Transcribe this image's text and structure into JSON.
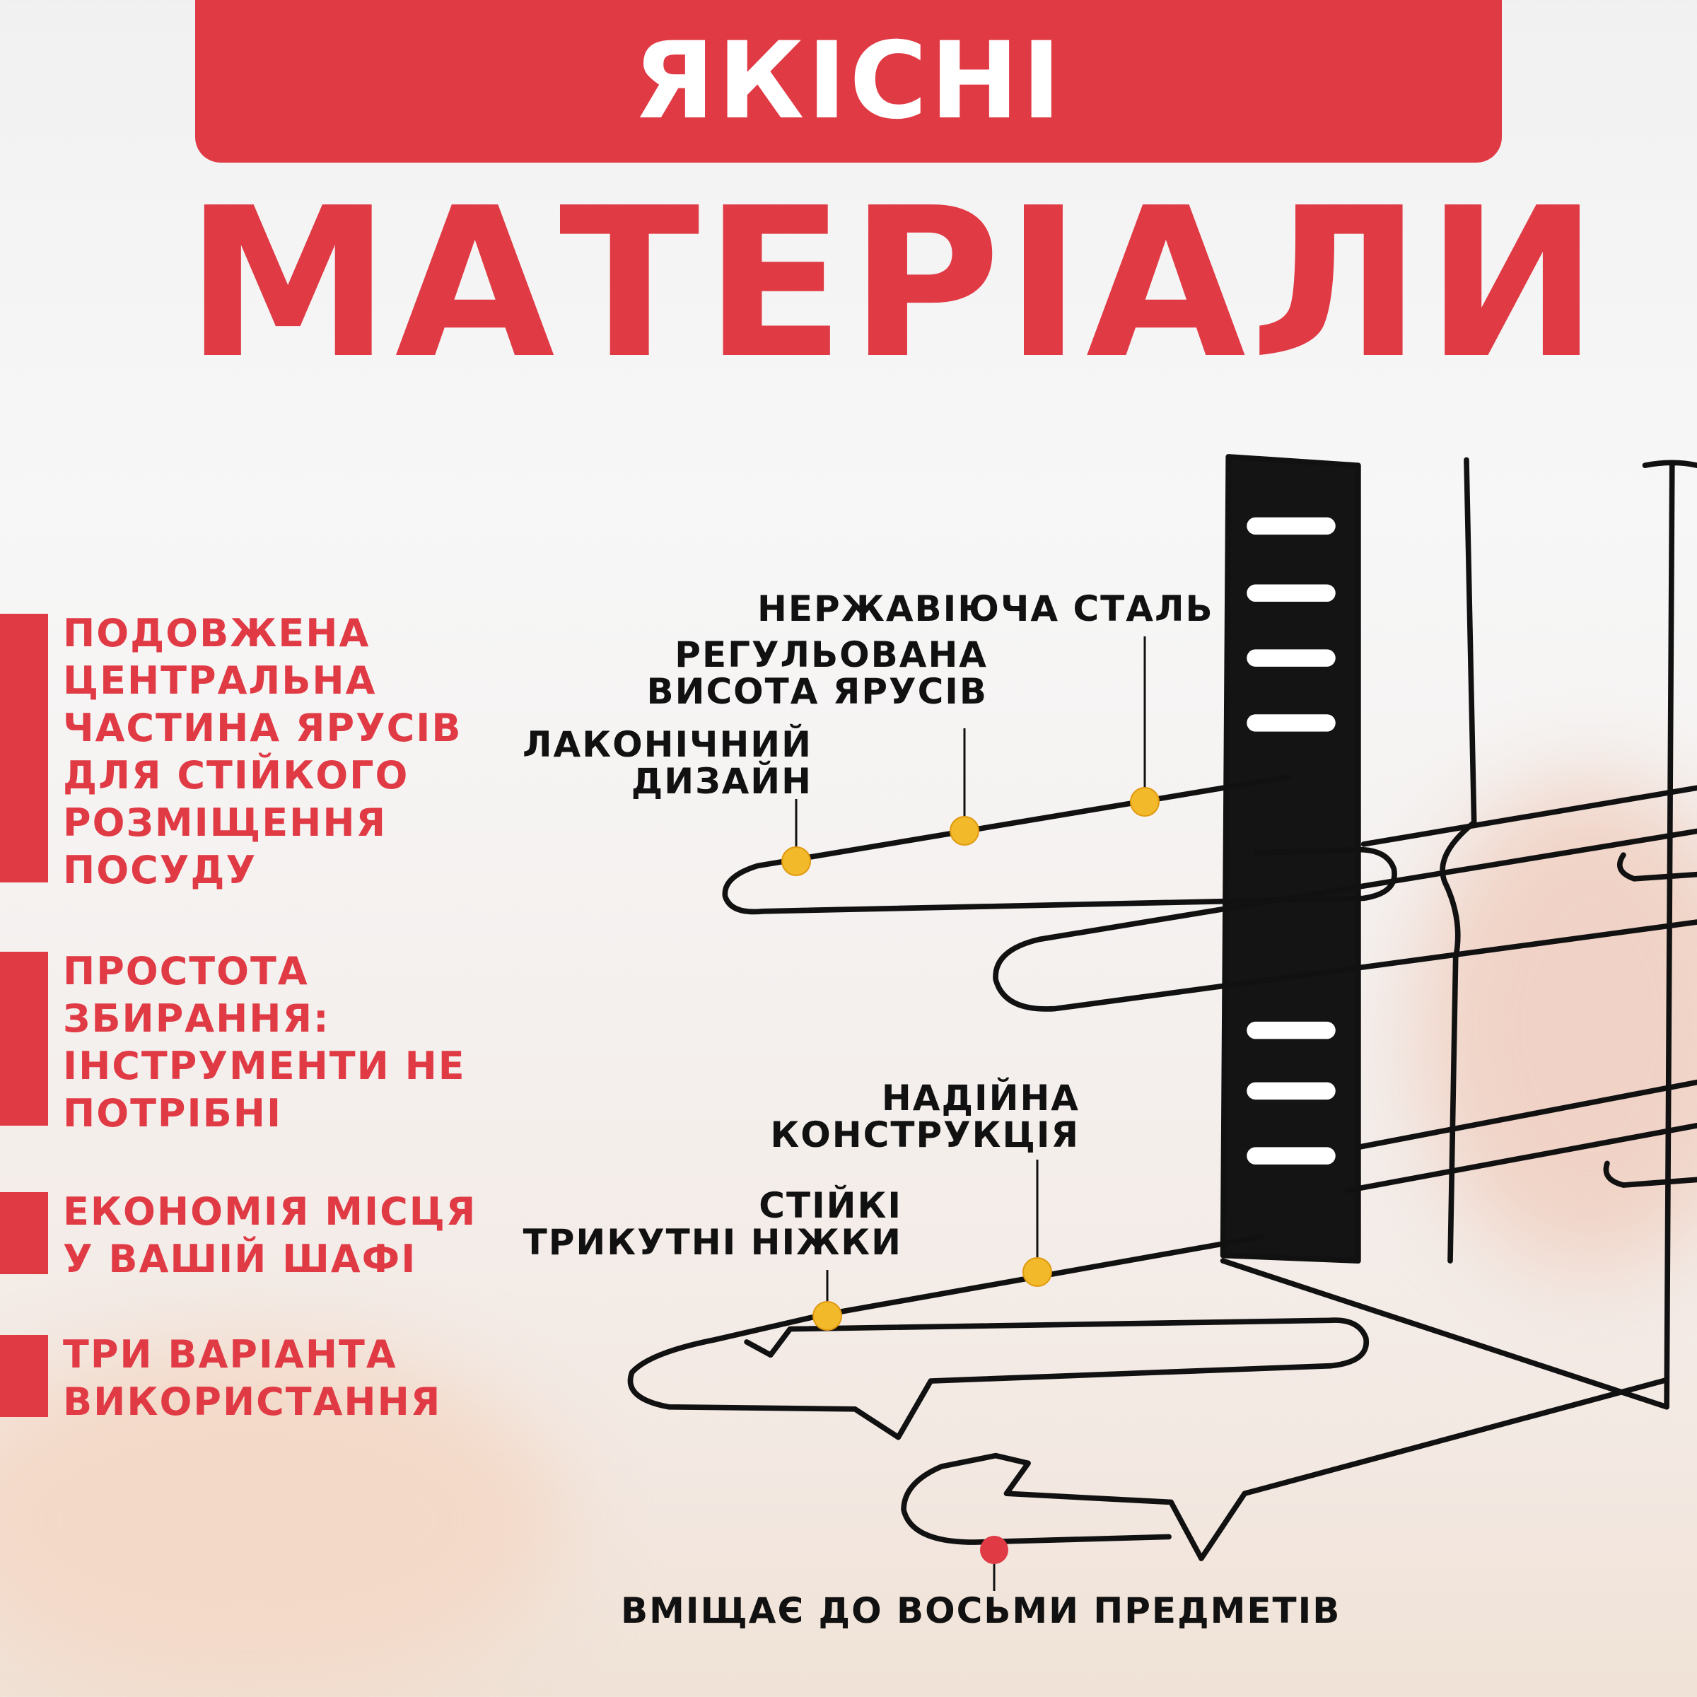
{
  "header": {
    "banner": "ЯКІСНІ",
    "title": "МАТЕРІАЛИ"
  },
  "features": [
    "ПОДОВЖЕНА\nЦЕНТРАЛЬНА\nЧАСТИНА ЯРУСІВ\nДЛЯ СТІЙКОГО\nРОЗМІЩЕННЯ\nПОСУДУ",
    "ПРОСТОТА\nЗБИРАННЯ:\nІНСТРУМЕНТИ НЕ\nПОТРІБНІ",
    "ЕКОНОМІЯ МІСЦЯ\nУ ВАШІЙ ШАФІ",
    "ТРИ ВАРІАНТА\nВИКОРИСТАННЯ"
  ],
  "callouts": {
    "steel": "НЕРЖАВІЮЧА СТАЛЬ",
    "height": "РЕГУЛЬОВАНА\nВИСОТА ЯРУСІВ",
    "design": "ЛАКОНІЧНИЙ\nДИЗАЙН",
    "construction": "НАДІЙНА\nКОНСТРУКЦІЯ",
    "legs": "СТІЙКІ\nТРИКУТНІ НІЖКИ",
    "capacity": "ВМІЩАЄ ДО ВОСЬМИ ПРЕДМЕТІВ"
  },
  "colors": {
    "accent": "#e03a45",
    "dot": "#f2b92a",
    "text": "#111111"
  }
}
